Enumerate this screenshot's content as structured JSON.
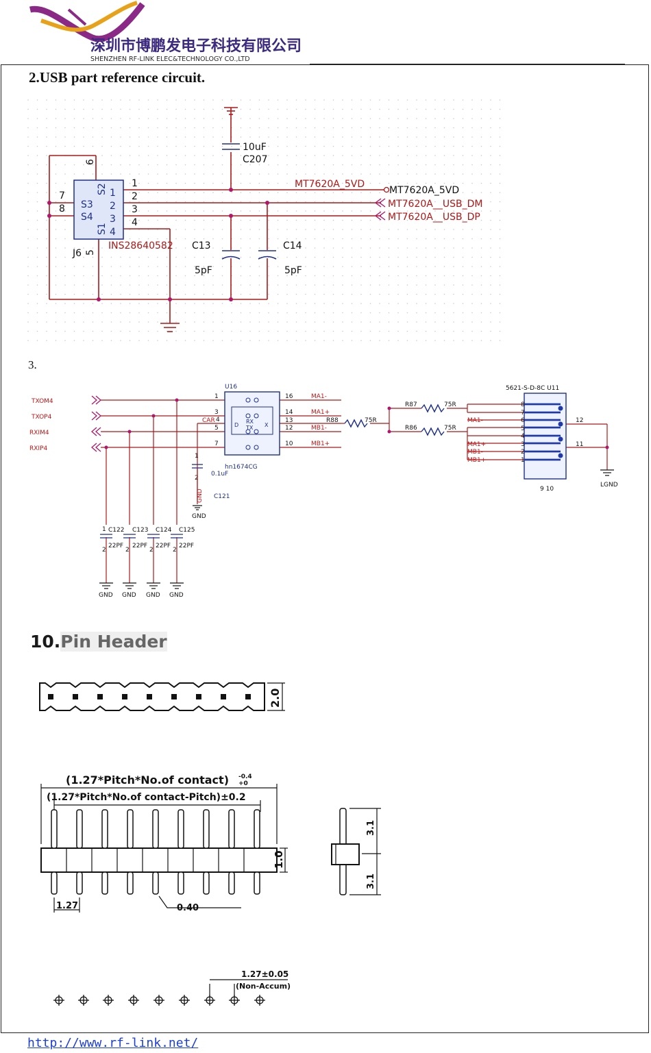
{
  "header": {
    "company_cn": "深圳市博鹏发电子科技有限公司",
    "company_en": "SHENZHEN RF-LINK ELEC&TECHNOLOGY CO.,LTD",
    "brand_colors": {
      "purple": "#8a2a86",
      "gold": "#e8a21a"
    }
  },
  "section_usb": {
    "title": "2.USB part reference circuit.",
    "schematic": {
      "cap_top_value": "10uF",
      "cap_top_ref": "C207",
      "connector_ref": "J6",
      "connector_part": "INS28640582",
      "connector_pins_left": [
        "7",
        "8"
      ],
      "connector_shield_labels": [
        "S3",
        "S4",
        "S2",
        "S1"
      ],
      "connector_pin_6": "6",
      "connector_pin_5": "5",
      "pin_numbers_outer": [
        "1",
        "2",
        "3",
        "4"
      ],
      "pin_numbers_inner": [
        "1",
        "2",
        "3",
        "4"
      ],
      "net_5vd_label": "MT7620A_5VD",
      "port_5vd": "MT7620A_5VD",
      "port_dm": "MT7620A__USB_DM",
      "port_dp": "MT7620A__USB_DP",
      "c13_ref": "C13",
      "c13_value": "5pF",
      "c14_ref": "C14",
      "c14_value": "5pF"
    }
  },
  "section_eth": {
    "number": "3.",
    "schematic": {
      "ports": [
        "TXOM4",
        "TXOP4",
        "RXIM4",
        "RXIP4"
      ],
      "u16_ref": "U16",
      "u16_part": "hn1674CG",
      "u16_left_pins": [
        "1",
        "3",
        "4",
        "5",
        "7"
      ],
      "u16_right_pins": [
        "16",
        "14",
        "13",
        "12",
        "10"
      ],
      "u16_nets": [
        "MA1-",
        "MA1+",
        "MB1-",
        "MB1+"
      ],
      "car_label": "CAR",
      "rx_label": "RX",
      "tx_label": "TX",
      "d_label": "D",
      "x_label": "X",
      "c121_ref": "C121",
      "c121_value": "0.1uF",
      "c121_pins": [
        "1",
        "2"
      ],
      "gnd": "GND",
      "r88_ref": "R88",
      "r88_value": "75R",
      "r87_ref": "R87",
      "r87_value": "75R",
      "r86_ref": "R86",
      "r86_value": "75R",
      "u11_ref": "5621-S-D-8C   U11",
      "u11_pins": [
        "8",
        "7",
        "6",
        "5",
        "4",
        "3",
        "2",
        "1"
      ],
      "u11_nets": [
        "MA1-",
        "MA1+",
        "MB1-",
        "MB1+"
      ],
      "u11_pin_12": "12",
      "u11_pin_11": "11",
      "u11_pins_bottom": "9 10",
      "lgnd": "LGND",
      "caps": [
        {
          "ref": "C122",
          "value": "22PF"
        },
        {
          "ref": "C123",
          "value": "22PF"
        },
        {
          "ref": "C124",
          "value": "22PF"
        },
        {
          "ref": "C125",
          "value": "22PF"
        }
      ],
      "cap_pins": [
        "1",
        "2"
      ],
      "gnd_labels": [
        "GND",
        "GND",
        "GND",
        "GND"
      ]
    }
  },
  "section_pin": {
    "number": "10.",
    "title": "Pin Header",
    "drawing": {
      "height_dim": "2.0",
      "overall_dim": "(1.27*Pitch*No.of contact)",
      "overall_tol_upper": "-0.4",
      "overall_tol_lower": "+0",
      "inner_dim": "(1.27*Pitch*No.of contact-Pitch)±0.2",
      "body_height_dim": "1.0",
      "pitch_dim": "1.27",
      "pin_width_dim": "0.40",
      "side_top_dim": "3.1",
      "side_bottom_dim": "3.1",
      "footprint_dim": "1.27±0.05",
      "footprint_note": "(Non-Accum)"
    }
  },
  "footer": {
    "url": "http://www.rf-link.net/"
  }
}
